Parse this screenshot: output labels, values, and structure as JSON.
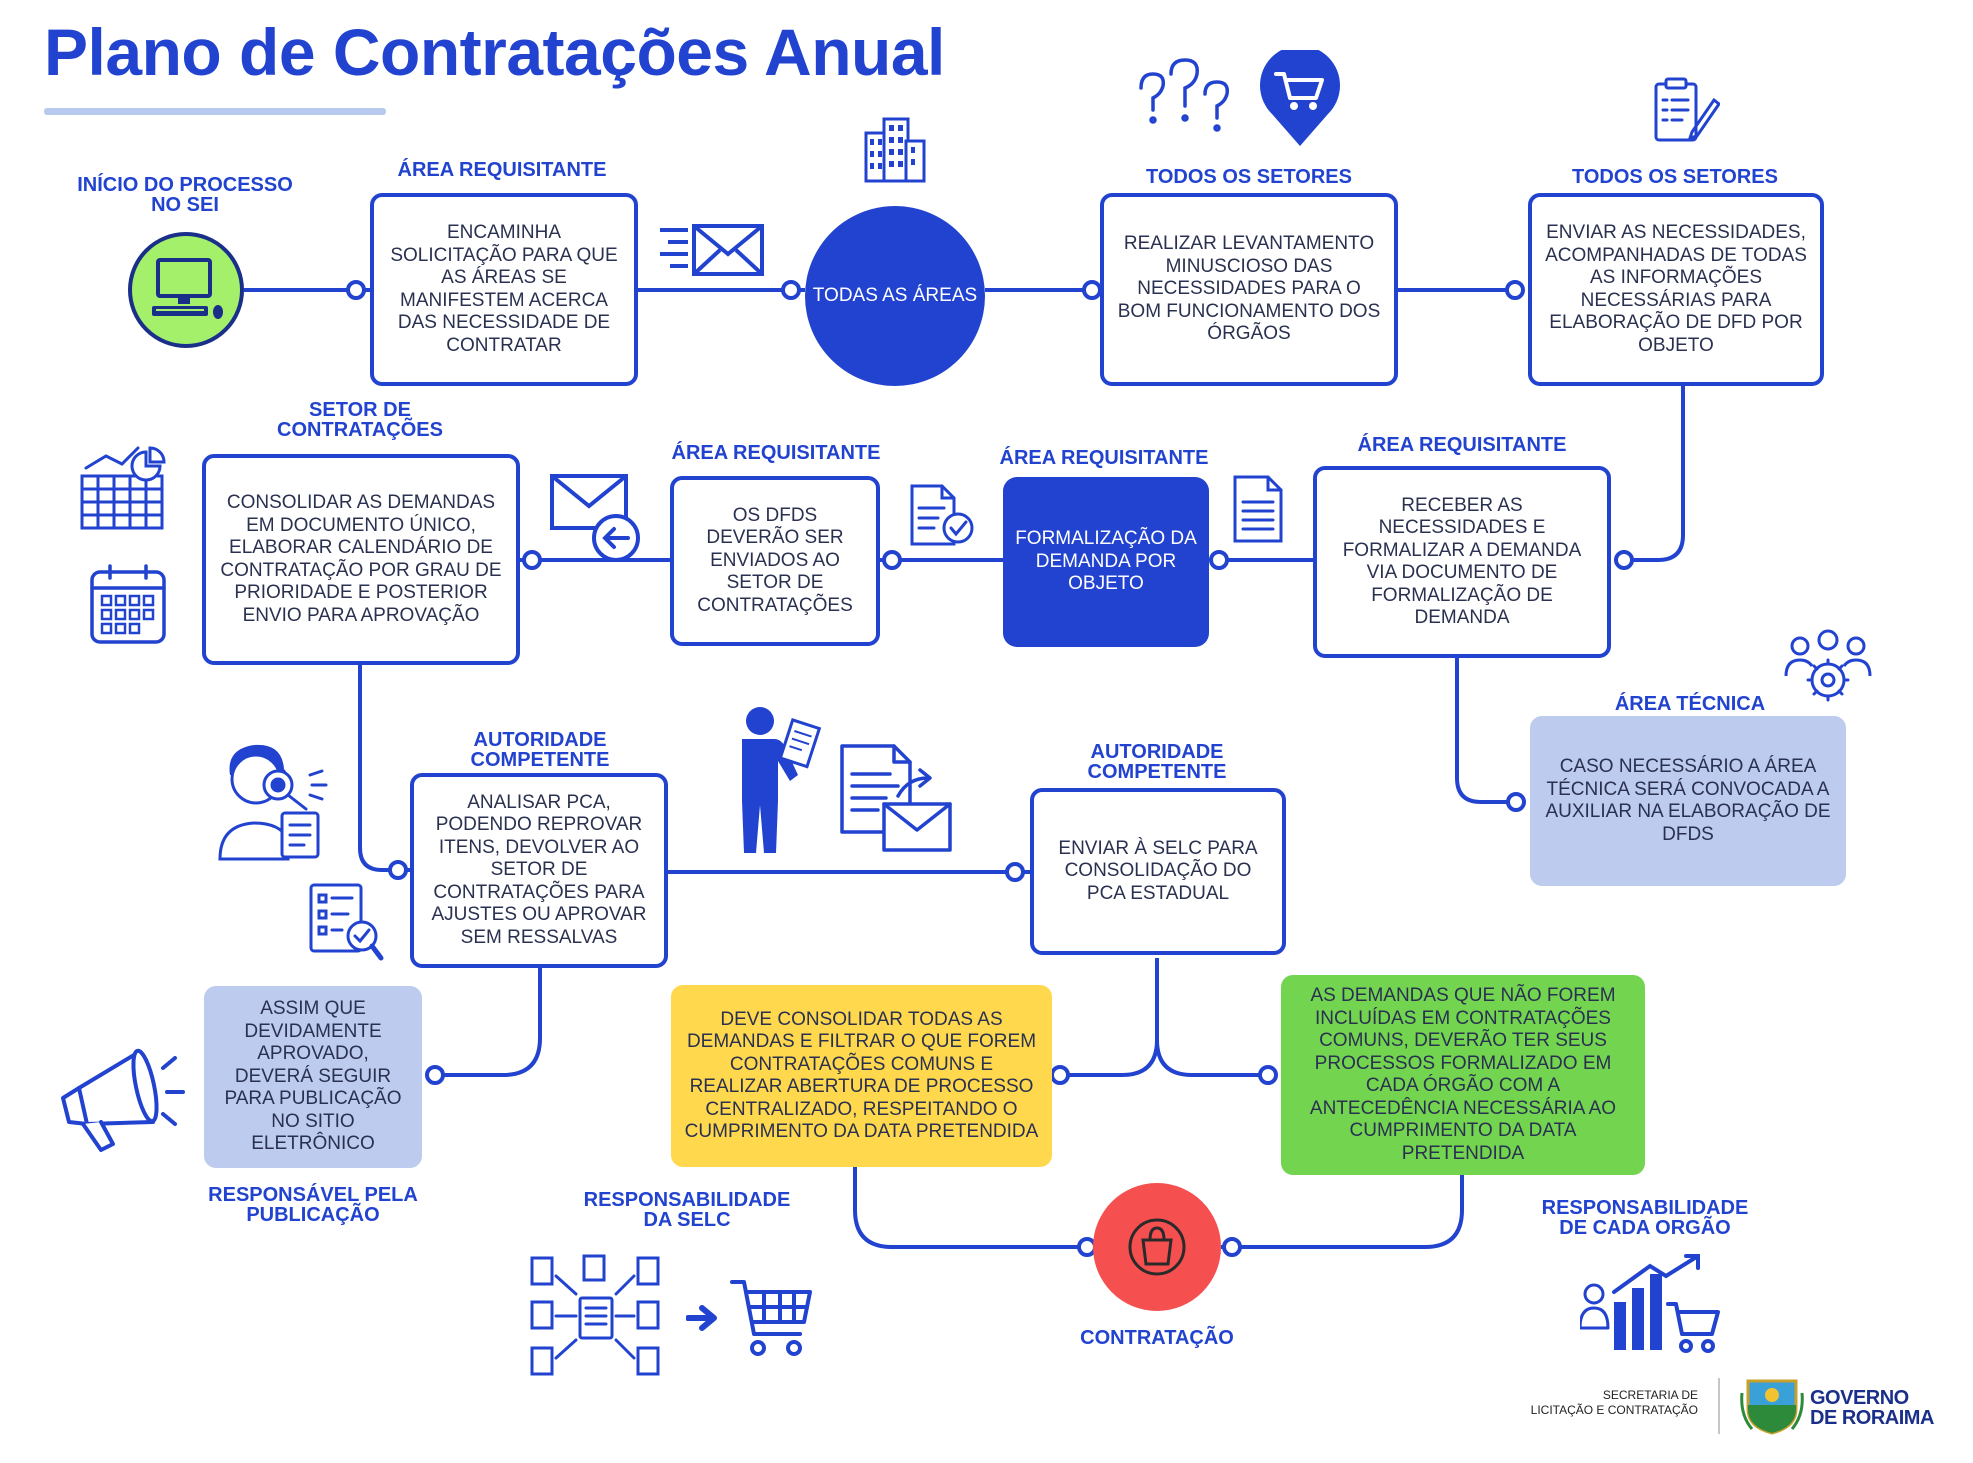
{
  "title": "Plano de Contratações Anual",
  "labels": {
    "inicio": "INÍCIO DO PROCESSO\nNO SEI",
    "area_requisitante_1": "ÁREA REQUISITANTE",
    "todos_setores_1": "TODOS OS SETORES",
    "todos_setores_2": "TODOS OS SETORES",
    "setor_contratacoes": "SETOR DE\nCONTRATAÇÕES",
    "area_requisitante_2": "ÁREA REQUISITANTE",
    "area_requisitante_3": "ÁREA REQUISITANTE",
    "area_requisitante_4": "ÁREA REQUISITANTE",
    "autoridade_1": "AUTORIDADE\nCOMPETENTE",
    "autoridade_2": "AUTORIDADE\nCOMPETENTE",
    "area_tecnica": "ÁREA TÉCNICA",
    "responsavel_publicacao": "RESPONSÁVEL PELA\nPUBLICAÇÃO",
    "responsabilidade_selc": "RESPONSABILIDADE\nDA SELC",
    "responsabilidade_orgao": "RESPONSABILIDADE\nDE CADA ORGÃO",
    "contratacao": "CONTRATAÇÃO"
  },
  "steps": {
    "encaminha": "ENCAMINHA SOLICITAÇÃO PARA QUE AS ÁREAS SE MANIFESTEM ACERCA DAS NECESSIDADE DE CONTRATAR",
    "todas_areas": "TODAS AS ÁREAS",
    "levantamento": "REALIZAR LEVANTAMENTO MINUSCIOSO DAS NECESSIDADES PARA O BOM FUNCIONAMENTO DOS ÓRGÃOS",
    "enviar_necessidades": "ENVIAR AS NECESSIDADES, ACOMPANHADAS DE TODAS AS INFORMAÇÕES NECESSÁRIAS PARA ELABORAÇÃO DE DFD POR OBJETO",
    "consolidar": "CONSOLIDAR AS DEMANDAS EM DOCUMENTO ÚNICO, ELABORAR CALENDÁRIO DE CONTRATAÇÃO POR GRAU DE PRIORIDADE E POSTERIOR ENVIO PARA APROVAÇÃO",
    "dfds_enviados": "OS DFDS DEVERÃO SER ENVIADOS AO SETOR DE CONTRATAÇÕES",
    "formalizacao": "FORMALIZAÇÃO DA DEMANDA POR OBJETO",
    "receber": "RECEBER AS NECESSIDADES E FORMALIZAR A DEMANDA VIA DOCUMENTO DE FORMALIZAÇÃO DE DEMANDA",
    "area_tecnica": "CASO NECESSÁRIO A ÁREA TÉCNICA SERÁ CONVOCADA A AUXILIAR NA ELABORAÇÃO DE DFDS",
    "analisar": "ANALISAR PCA, PODENDO REPROVAR ITENS, DEVOLVER AO SETOR DE CONTRATAÇÕES PARA AJUSTES OU APROVAR SEM RESSALVAS",
    "enviar_selc": "ENVIAR À SELC PARA CONSOLIDAÇÃO DO PCA ESTADUAL",
    "publicacao": "ASSIM QUE DEVIDAMENTE APROVADO, DEVERÁ SEGUIR PARA PUBLICAÇÃO NO SITIO ELETRÔNICO",
    "consolidar_selc": "DEVE CONSOLIDAR TODAS AS DEMANDAS E FILTRAR O QUE FOREM CONTRATAÇÕES COMUNS E REALIZAR ABERTURA DE PROCESSO CENTRALIZADO, RESPEITANDO O CUMPRIMENTO DA DATA PRETENDIDA",
    "demandas_orgao": "AS DEMANDAS QUE NÃO FOREM INCLUÍDAS EM CONTRATAÇÕES COMUNS, DEVERÃO TER SEUS PROCESSOS FORMALIZADO EM CADA ÓRGÃO COM A ANTECEDÊNCIA NECESSÁRIA AO CUMPRIMENTO DA DATA PRETENDIDA"
  },
  "footer": {
    "secretaria": "SECRETARIA DE\nLICITAÇÃO E CONTRATAÇÃO",
    "governo": "GOVERNO\nDE RORAIMA"
  },
  "colors": {
    "primary": "#2243cf",
    "lavender": "#bccbee",
    "yellow": "#ffd84d",
    "green": "#73d450",
    "red": "#f5504f",
    "lime": "#a4f06a"
  },
  "icons": [
    "computer-icon",
    "buildings-icon",
    "envelope-icon",
    "question-marks-icon",
    "cart-pin-icon",
    "clipboard-pen-icon",
    "chart-icon",
    "calendar-icon",
    "envelope-back-icon",
    "doc-check-icon",
    "document-icon",
    "team-gear-icon",
    "inspector-icon",
    "checklist-icon",
    "person-reading-icon",
    "document-send-icon",
    "megaphone-icon",
    "network-docs-icon",
    "arrow-icon",
    "cart-icon",
    "growth-chart-icon",
    "bag-icon",
    "coat-of-arms-icon"
  ]
}
